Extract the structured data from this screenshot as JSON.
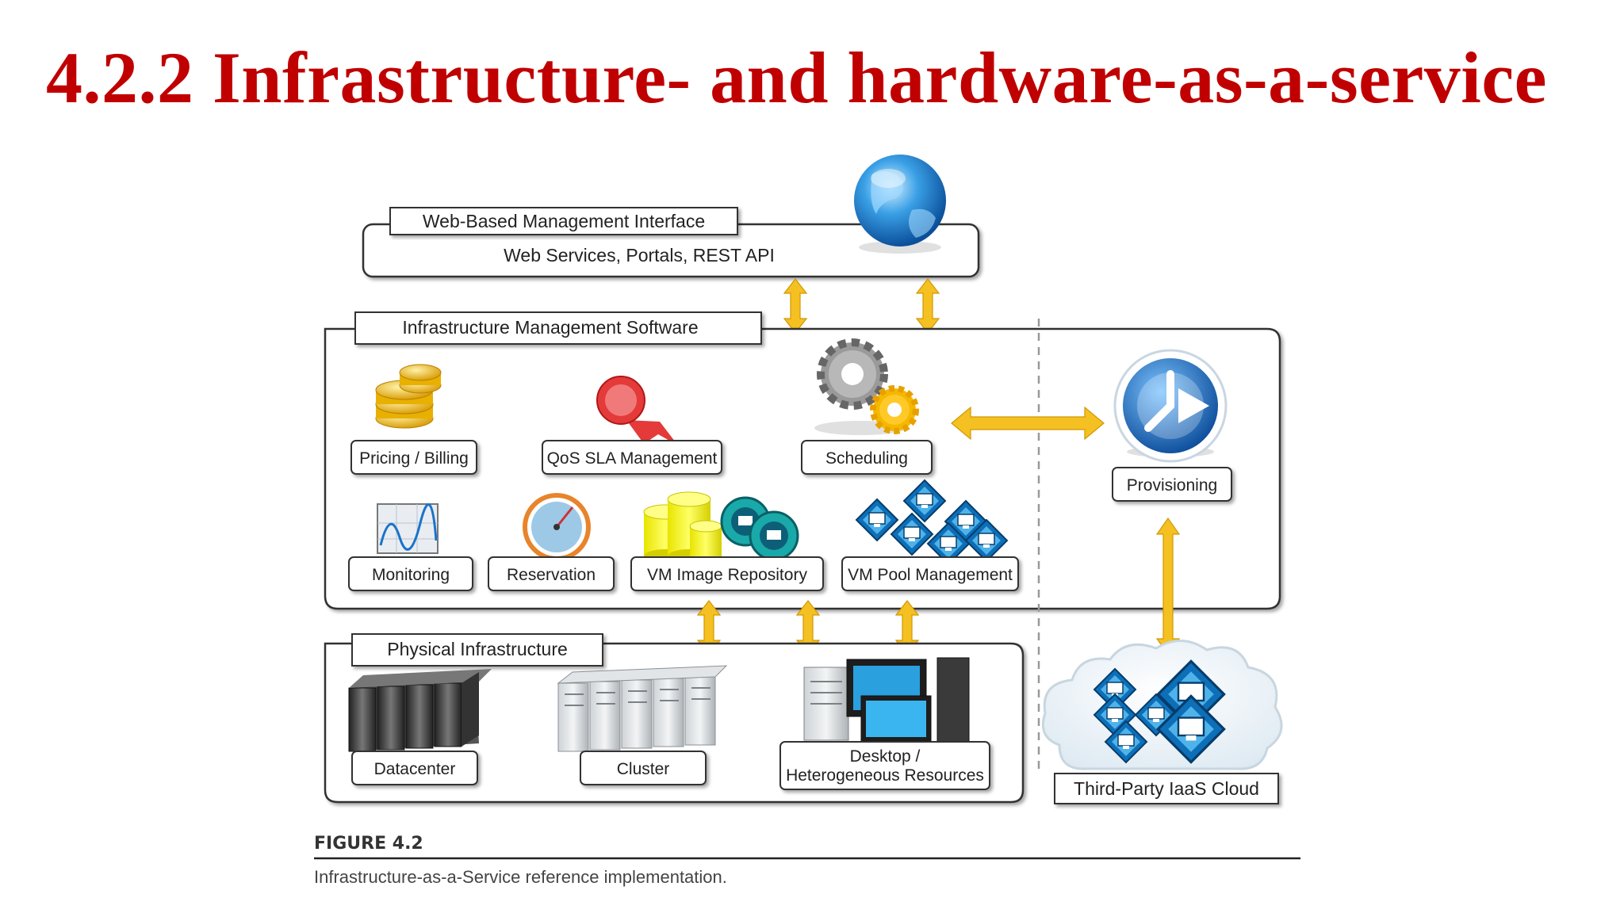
{
  "slide": {
    "title": "4.2.2 Infrastructure- and hardware-as-a-service"
  },
  "diagram": {
    "web_panel": {
      "header": "Web-Based Management Interface",
      "content": "Web Services, Portals, REST API"
    },
    "software_panel": {
      "header": "Infrastructure Management Software",
      "components": {
        "pricing": "Pricing / Billing",
        "qos": "QoS SLA Management",
        "scheduling": "Scheduling",
        "monitoring": "Monitoring",
        "reservation": "Reservation",
        "vm_image": "VM Image Repository",
        "vm_pool": "VM Pool Management"
      }
    },
    "provisioning": "Provisioning",
    "physical_panel": {
      "header": "Physical Infrastructure",
      "components": {
        "datacenter": "Datacenter",
        "cluster": "Cluster",
        "desktop_line1": "Desktop /",
        "desktop_line2": "Heterogeneous Resources"
      }
    },
    "third_party": "Third-Party IaaS Cloud",
    "colors": {
      "title": "#c00000",
      "arrow": "#f5c021",
      "panel_border": "#333333"
    }
  },
  "figure": {
    "label": "FIGURE 4.2",
    "caption": "Infrastructure-as-a-Service reference implementation."
  }
}
